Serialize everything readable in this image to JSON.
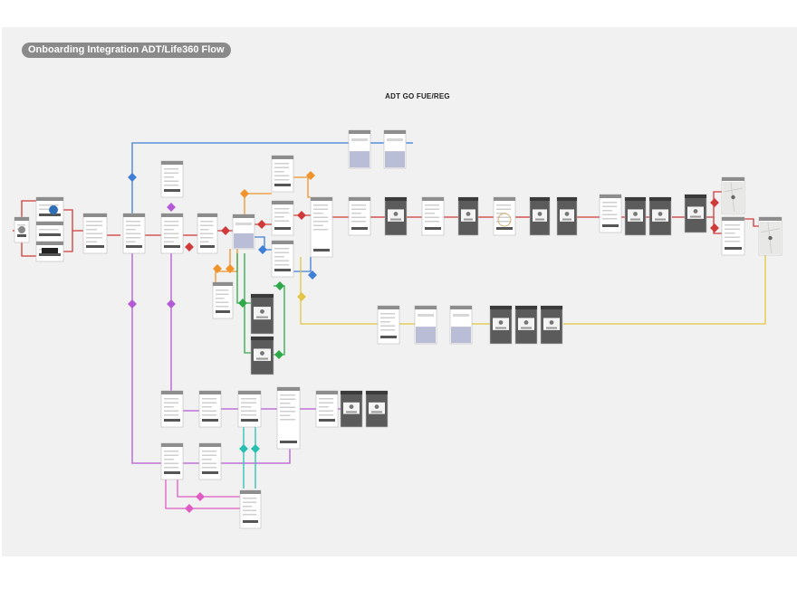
{
  "header": {
    "title": "Onboarding Integration ADT/Life360 Flow",
    "section_label": "ADT GO FUE/REG"
  },
  "colors": {
    "board": "#f1f1f1",
    "title_pill": "#8a8a8a",
    "red": "#cf3b3b",
    "blue": "#3f7fd8",
    "purple": "#b659d6",
    "magenta": "#e05bc4",
    "orange": "#f0932b",
    "green": "#2fa84a",
    "teal": "#28bfb0",
    "yellow": "#e2c542",
    "screen_light": "#ffffff",
    "screen_dark": "#5b5b5b"
  },
  "flow": {
    "screen_types": [
      "light",
      "dark",
      "keyboard",
      "map",
      "photo"
    ],
    "connector_colors": [
      "red",
      "blue",
      "purple",
      "magenta",
      "orange",
      "green",
      "teal",
      "yellow"
    ]
  }
}
